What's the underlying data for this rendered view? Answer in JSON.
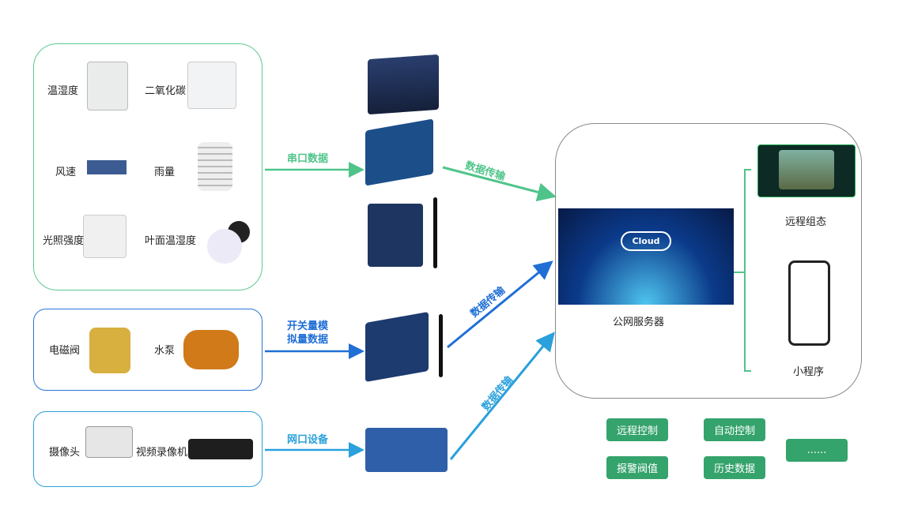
{
  "colors": {
    "green": "#4fc48a",
    "blue": "#1f6fd6",
    "lightblue": "#2aa0dc",
    "button": "#35a36c",
    "server_border": "#8a8a8a"
  },
  "sensors": {
    "temp_humidity": "温湿度",
    "co2": "二氧化碳",
    "wind_speed": "风速",
    "rainfall": "雨量",
    "light": "光照强度",
    "leaf": "叶面温湿度"
  },
  "actuators": {
    "valve": "电磁阀",
    "pump": "水泵"
  },
  "video": {
    "camera": "摄像头",
    "recorder": "视频录像机"
  },
  "links": {
    "serial": "串口数据",
    "switch_line1": "开关量模",
    "switch_line2": "拟量数据",
    "network": "网口设备",
    "transfer": "数据传输"
  },
  "server": {
    "cloud_text": "Cloud",
    "label": "公网服务器",
    "scada": "远程组态",
    "mini_program": "小程序"
  },
  "functions": [
    "远程控制",
    "自动控制",
    "报警阀值",
    "历史数据",
    "......"
  ]
}
